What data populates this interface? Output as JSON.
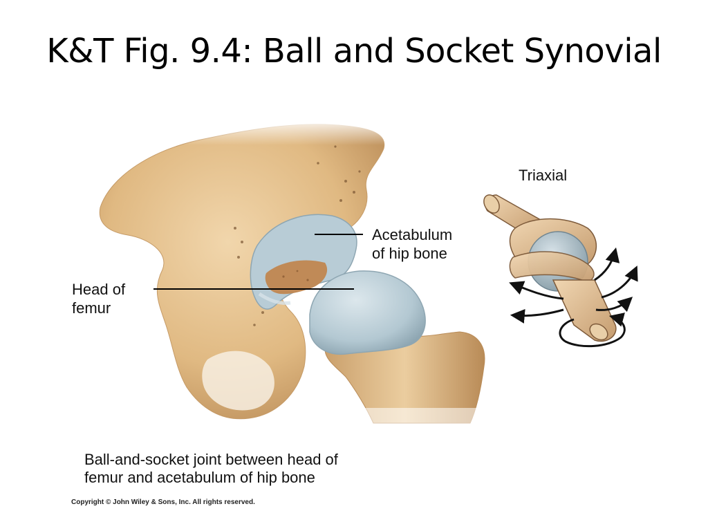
{
  "slide": {
    "title": "K&T Fig. 9.4:  Ball and Socket Synovial"
  },
  "figure": {
    "labels": {
      "acetabulum_line1": "Acetabulum",
      "acetabulum_line2": "of hip bone",
      "head_line1": "Head of",
      "head_line2": "femur",
      "movement_type": "Triaxial"
    },
    "caption_line1": "Ball-and-socket joint between head of",
    "caption_line2": "femur and acetabulum of hip bone",
    "copyright": "Copyright © John Wiley & Sons, Inc. All rights reserved.",
    "colors": {
      "bone": "#e3c08f",
      "bone_shadow": "#b98b57",
      "cartilage": "#b9cdd6",
      "cartilage_shadow": "#8ea6b2",
      "fossa_inner": "#c08a57"
    },
    "icons": [
      "pelvis-illustration",
      "femur-illustration",
      "ball-socket-model-icon",
      "rotation-arrow-icon"
    ]
  }
}
